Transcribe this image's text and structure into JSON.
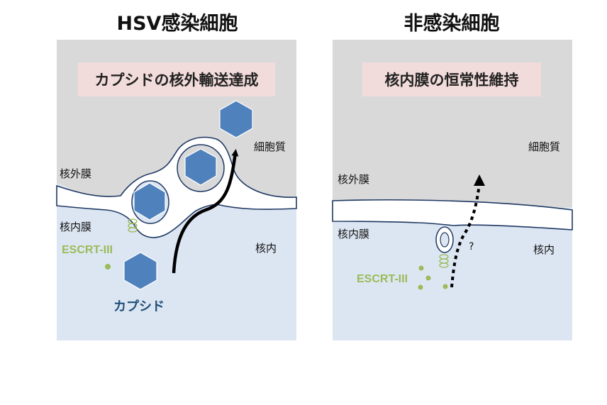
{
  "colors": {
    "cytoplasm": "#d9d9d9",
    "nucleus": "#dce6f2",
    "capsid": "#4f81bd",
    "capsid_label": "#1f4e79",
    "escrt": "#9bbb59",
    "highlight_box": "#f2dcdb",
    "membrane_stroke": "#1f3864"
  },
  "left_panel": {
    "title": "HSV感染細胞",
    "box_label": "カプシドの核外輸送達成",
    "cytoplasm_label": "細胞質",
    "outer_membrane_label": "核外膜",
    "inner_membrane_label": "核内膜",
    "escrt_label": "ESCRT-III",
    "nucleus_label": "核内",
    "capsid_label": "カプシド"
  },
  "right_panel": {
    "title": "非感染細胞",
    "box_label": "核内膜の恒常性維持",
    "cytoplasm_label": "細胞質",
    "outer_membrane_label": "核外膜",
    "inner_membrane_label": "核内膜",
    "escrt_label": "ESCRT-III",
    "nucleus_label": "核内",
    "question_mark": "?"
  }
}
